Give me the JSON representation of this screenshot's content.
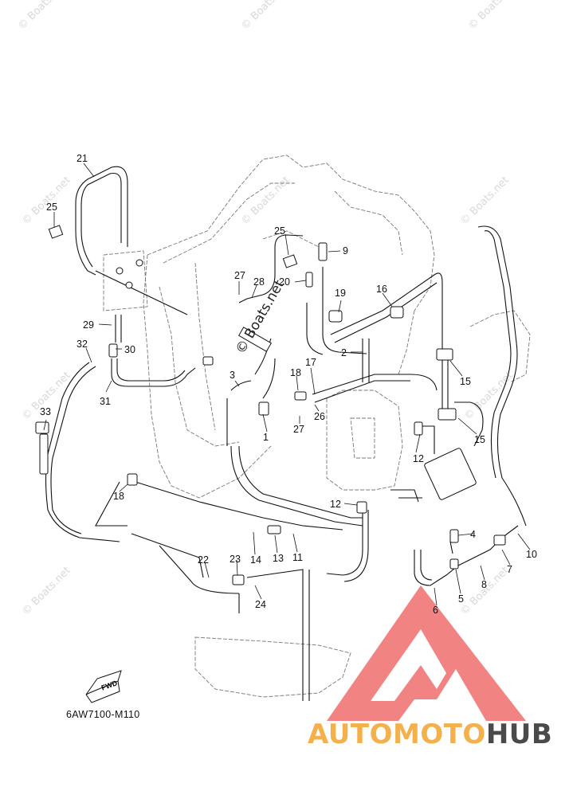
{
  "watermark": "© Boats.net",
  "diagram_code": "6AW7100-M110",
  "fwd_label": "FWD",
  "logo": {
    "part1": "AUTO",
    "part2": "MOTO",
    "part3": "HUB"
  },
  "callouts": [
    {
      "label": "21"
    },
    {
      "label": "25"
    },
    {
      "label": "29"
    },
    {
      "label": "32"
    },
    {
      "label": "30"
    },
    {
      "label": "31"
    },
    {
      "label": "33"
    },
    {
      "label": "27"
    },
    {
      "label": "28"
    },
    {
      "label": "25"
    },
    {
      "label": "9"
    },
    {
      "label": "20"
    },
    {
      "label": "19"
    },
    {
      "label": "16"
    },
    {
      "label": "2"
    },
    {
      "label": "3"
    },
    {
      "label": "18"
    },
    {
      "label": "17"
    },
    {
      "label": "26"
    },
    {
      "label": "27"
    },
    {
      "label": "1"
    },
    {
      "label": "15"
    },
    {
      "label": "15"
    },
    {
      "label": "12"
    },
    {
      "label": "12"
    },
    {
      "label": "18"
    },
    {
      "label": "14"
    },
    {
      "label": "13"
    },
    {
      "label": "11"
    },
    {
      "label": "22"
    },
    {
      "label": "23"
    },
    {
      "label": "24"
    },
    {
      "label": "4"
    },
    {
      "label": "10"
    },
    {
      "label": "7"
    },
    {
      "label": "8"
    },
    {
      "label": "5"
    },
    {
      "label": "6"
    }
  ],
  "colors": {
    "line": "#111111",
    "logo_red": "#f07a78",
    "logo_orange": "#f4b04a",
    "logo_gray": "#4a4a4a"
  }
}
